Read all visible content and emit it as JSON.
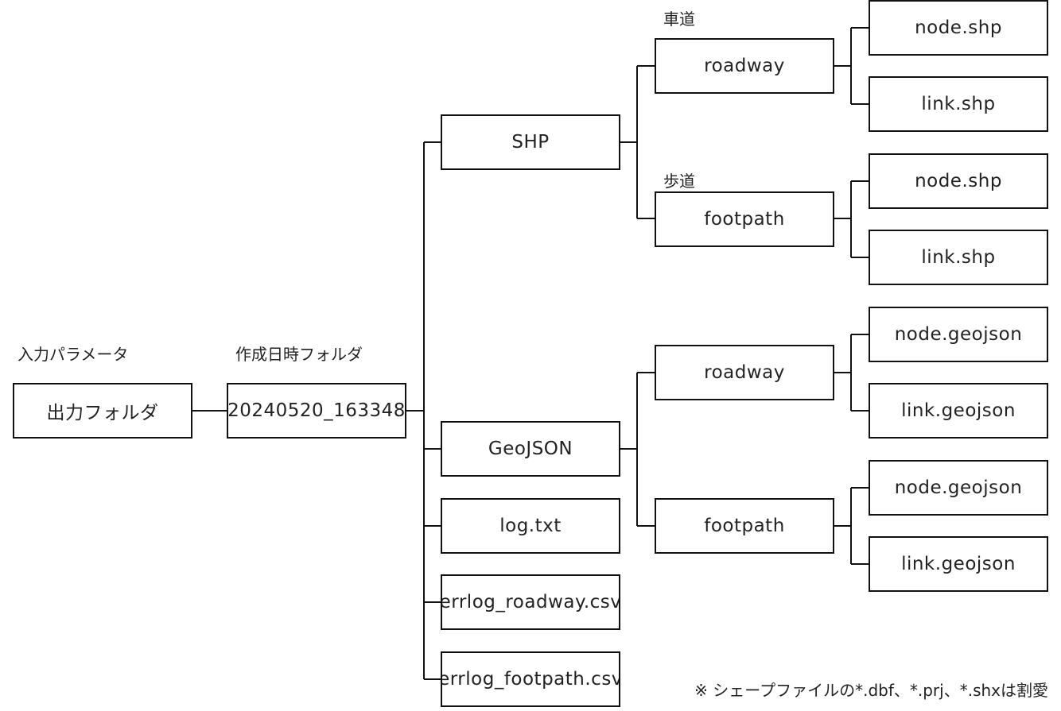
{
  "labels": {
    "input_param": "入力パラメータ",
    "created_folder": "作成日時フォルダ",
    "roadway_jp": "車道",
    "footpath_jp": "歩道"
  },
  "nodes": {
    "output_folder": "出力フォルダ",
    "timestamp_folder": "20240520_163348",
    "shp": "SHP",
    "geojson": "GeoJSON",
    "log": "log.txt",
    "errlog_roadway": "errlog_roadway.csv",
    "errlog_footpath": "errlog_footpath.csv",
    "shp_roadway": "roadway",
    "shp_footpath": "footpath",
    "geo_roadway": "roadway",
    "geo_footpath": "footpath",
    "shp_roadway_node": "node.shp",
    "shp_roadway_link": "link.shp",
    "shp_footpath_node": "node.shp",
    "shp_footpath_link": "link.shp",
    "geo_roadway_node": "node.geojson",
    "geo_roadway_link": "link.geojson",
    "geo_footpath_node": "node.geojson",
    "geo_footpath_link": "link.geojson"
  },
  "note": "※ シェープファイルの*.dbf、*.prj、*.shxは割愛"
}
